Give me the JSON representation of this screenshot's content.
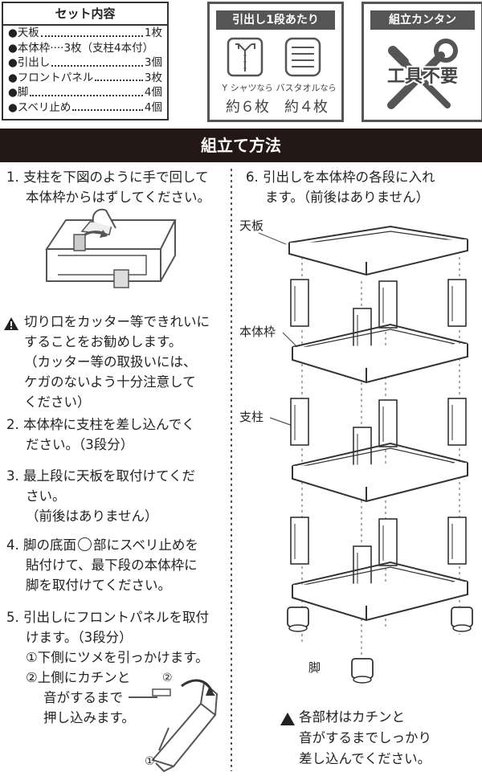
{
  "contents": {
    "title": "セット内容",
    "items": [
      {
        "name": "●天板",
        "qty": "1枚"
      },
      {
        "name": "●本体枠····3枚（支柱4本付）",
        "qty": ""
      },
      {
        "name": "●引出し",
        "qty": "3個"
      },
      {
        "name": "●フロントパネル",
        "qty": "3枚"
      },
      {
        "name": "●脚",
        "qty": "4個"
      },
      {
        "name": "●スベリ止め",
        "qty": "4個"
      }
    ]
  },
  "drawer_badge": {
    "title": "引出し1段あたり",
    "shirt_caption_a": "Y シャツ",
    "shirt_caption_b": "なら",
    "shirt_count": "約６枚",
    "towel_caption_a": "バスタオル",
    "towel_caption_b": "なら",
    "towel_count": "約４枚"
  },
  "tool_badge": {
    "title": "組立カンタン",
    "icon_text": "工具不要"
  },
  "banner": "組立て方法",
  "steps_left": {
    "s1_l1": "1. 支柱を下図のように手で回して",
    "s1_l2": "本体枠からはずしてください。",
    "warn_l1": "切り口をカッター等できれいに",
    "warn_l2": "することをお勧めします。",
    "warn_l3": "（カッター等の取扱いには、",
    "warn_l4": "ケガのないよう十分注意して",
    "warn_l5": "ください）",
    "s2_l1": "2. 本体枠に支柱を差し込んでく",
    "s2_l2": "ださい。（3段分）",
    "s3_l1": "3. 最上段に天板を取付けてくだ",
    "s3_l2": "さい。",
    "s3_l3": "（前後はありません）",
    "s4_l1a": "4. 脚の底面",
    "s4_l1b": "部にスベリ止めを",
    "s4_l2": "貼付けて、最下段の本体枠に",
    "s4_l3": "脚を取付けてください。",
    "s5_l1": "5. 引出しにフロントパネルを取付",
    "s5_l2": "けます。（3段分）",
    "s5_l3": "①下側にツメを引っかけます。",
    "s5_l4": "②上側にカチンと",
    "s5_l5": "音がするまで",
    "s5_l6": "押し込みます。",
    "mark1": "①",
    "mark2": "②"
  },
  "steps_right": {
    "s6_l1": "6. 引出しを本体枠の各段に入れ",
    "s6_l2": "ます。（前後はありません）",
    "label_top": "天板",
    "label_frame": "本体枠",
    "label_post": "支柱",
    "label_leg": "脚",
    "note_l1": "各部材はカチンと",
    "note_l2": "音がするまでしっかり",
    "note_l3": "差し込んでください。"
  }
}
